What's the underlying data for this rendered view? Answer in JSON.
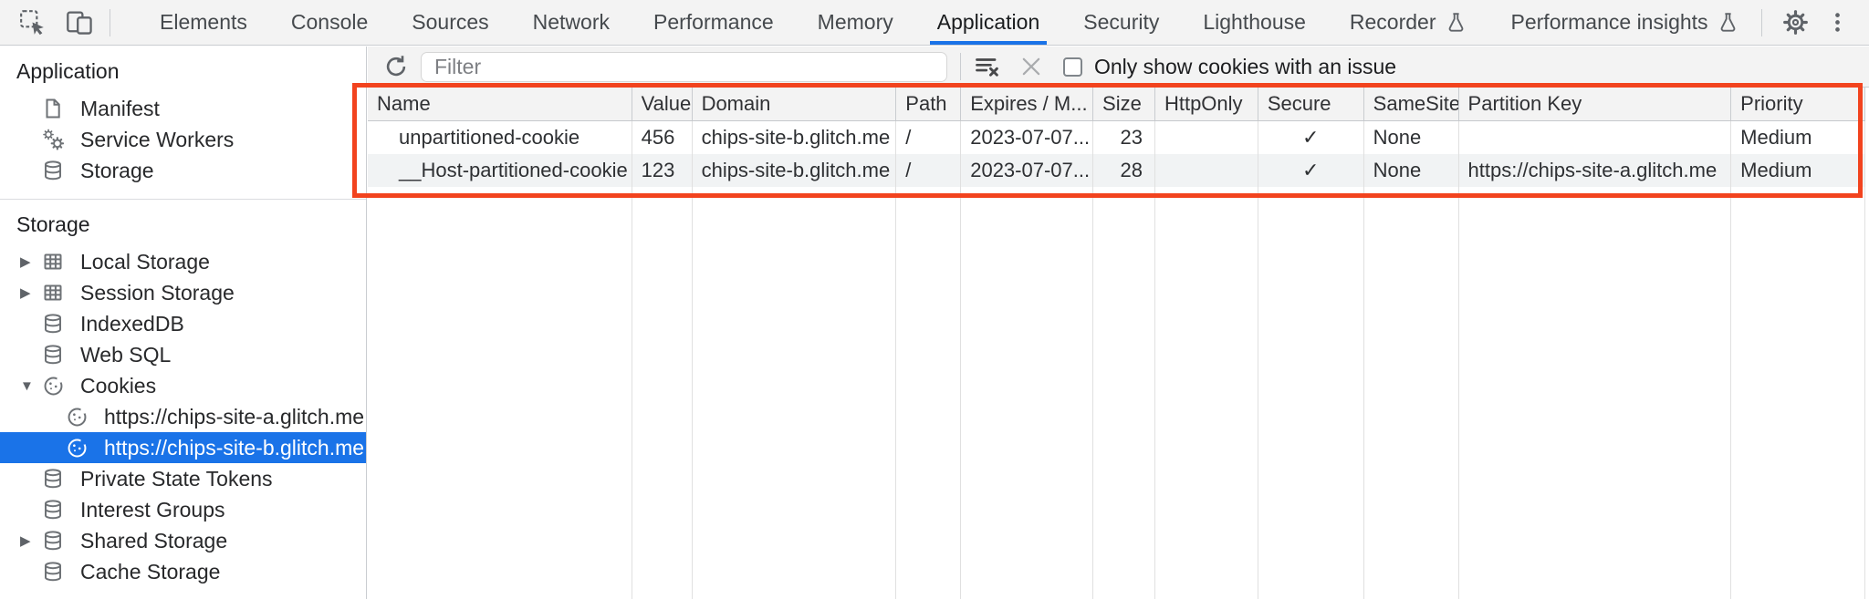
{
  "tabbar": {
    "tabs": [
      {
        "label": "Elements"
      },
      {
        "label": "Console"
      },
      {
        "label": "Sources"
      },
      {
        "label": "Network"
      },
      {
        "label": "Performance"
      },
      {
        "label": "Memory"
      },
      {
        "label": "Application"
      },
      {
        "label": "Security"
      },
      {
        "label": "Lighthouse"
      },
      {
        "label": "Recorder"
      },
      {
        "label": "Performance insights"
      }
    ],
    "active_tab": "Application"
  },
  "sidebar": {
    "sections": [
      {
        "title": "Application",
        "items": [
          {
            "label": "Manifest",
            "icon": "document-icon"
          },
          {
            "label": "Service Workers",
            "icon": "gears-icon"
          },
          {
            "label": "Storage",
            "icon": "database-icon"
          }
        ]
      },
      {
        "title": "Storage",
        "items": [
          {
            "label": "Local Storage",
            "icon": "table-icon",
            "expander": "collapsed"
          },
          {
            "label": "Session Storage",
            "icon": "table-icon",
            "expander": "collapsed"
          },
          {
            "label": "IndexedDB",
            "icon": "database-icon"
          },
          {
            "label": "Web SQL",
            "icon": "database-icon"
          },
          {
            "label": "Cookies",
            "icon": "cookie-icon",
            "expander": "expanded"
          },
          {
            "label": "https://chips-site-a.glitch.me",
            "icon": "cookie-icon",
            "child": true
          },
          {
            "label": "https://chips-site-b.glitch.me",
            "icon": "cookie-icon",
            "child": true,
            "selected": true
          },
          {
            "label": "Private State Tokens",
            "icon": "database-icon"
          },
          {
            "label": "Interest Groups",
            "icon": "database-icon"
          },
          {
            "label": "Shared Storage",
            "icon": "database-icon",
            "expander": "collapsed"
          },
          {
            "label": "Cache Storage",
            "icon": "database-icon"
          }
        ]
      }
    ]
  },
  "toolbar": {
    "filter_placeholder": "Filter",
    "checkbox_checked": false,
    "checkbox_label": "Only show cookies with an issue"
  },
  "table": {
    "columns": [
      "Name",
      "Value",
      "Domain",
      "Path",
      "Expires / M...",
      "Size",
      "HttpOnly",
      "Secure",
      "SameSite",
      "Partition Key",
      "Priority"
    ],
    "rows": [
      [
        "unpartitioned-cookie",
        "456",
        "chips-site-b.glitch.me",
        "/",
        "2023-07-07...",
        "23",
        "",
        "✓",
        "None",
        "",
        "Medium"
      ],
      [
        "__Host-partitioned-cookie",
        "123",
        "chips-site-b.glitch.me",
        "/",
        "2023-07-07...",
        "28",
        "",
        "✓",
        "None",
        "https://chips-site-a.glitch.me",
        "Medium"
      ]
    ]
  },
  "colors": {
    "accent_blue": "#1a73e8",
    "selected_item_bg": "#1a73e8",
    "annotation_red": "#f2431e",
    "toolbar_bg": "#f3f3f3",
    "stripe_row_bg": "#f1f3f4"
  }
}
